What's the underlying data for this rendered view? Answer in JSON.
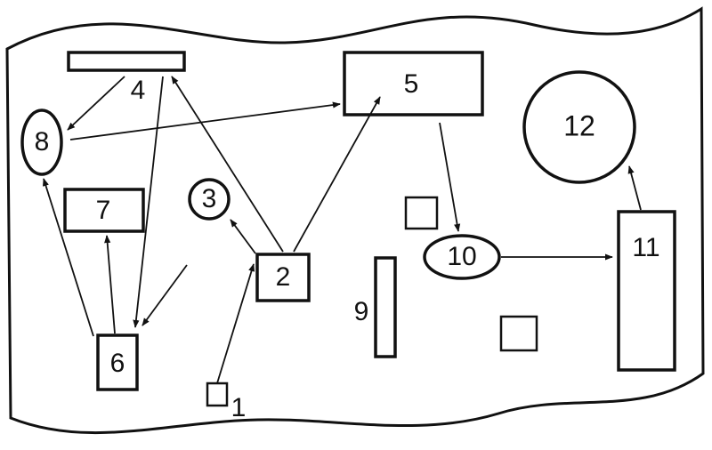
{
  "nodes": [
    {
      "id": "n1",
      "label": "1"
    },
    {
      "id": "n2",
      "label": "2"
    },
    {
      "id": "n3",
      "label": "3"
    },
    {
      "id": "n4",
      "label": "4"
    },
    {
      "id": "n5",
      "label": "5"
    },
    {
      "id": "n6",
      "label": "6"
    },
    {
      "id": "n7",
      "label": "7"
    },
    {
      "id": "n8",
      "label": "8"
    },
    {
      "id": "n9",
      "label": "9"
    },
    {
      "id": "n10",
      "label": "10"
    },
    {
      "id": "n11",
      "label": "11"
    },
    {
      "id": "n12",
      "label": "12"
    }
  ],
  "edges": [
    {
      "from": "1",
      "to": "2"
    },
    {
      "from": "2",
      "to": "3"
    },
    {
      "from": "2",
      "to": "4"
    },
    {
      "from": "2",
      "to": "5"
    },
    {
      "from": "4",
      "to": "8"
    },
    {
      "from": "4",
      "to": "6"
    },
    {
      "from": "8",
      "to": "5"
    },
    {
      "from": "6",
      "to": "8"
    },
    {
      "from": "6",
      "to": "7"
    },
    {
      "from": "5",
      "to": "10"
    },
    {
      "from": "10",
      "to": "11"
    },
    {
      "from": "11",
      "to": "12"
    }
  ]
}
